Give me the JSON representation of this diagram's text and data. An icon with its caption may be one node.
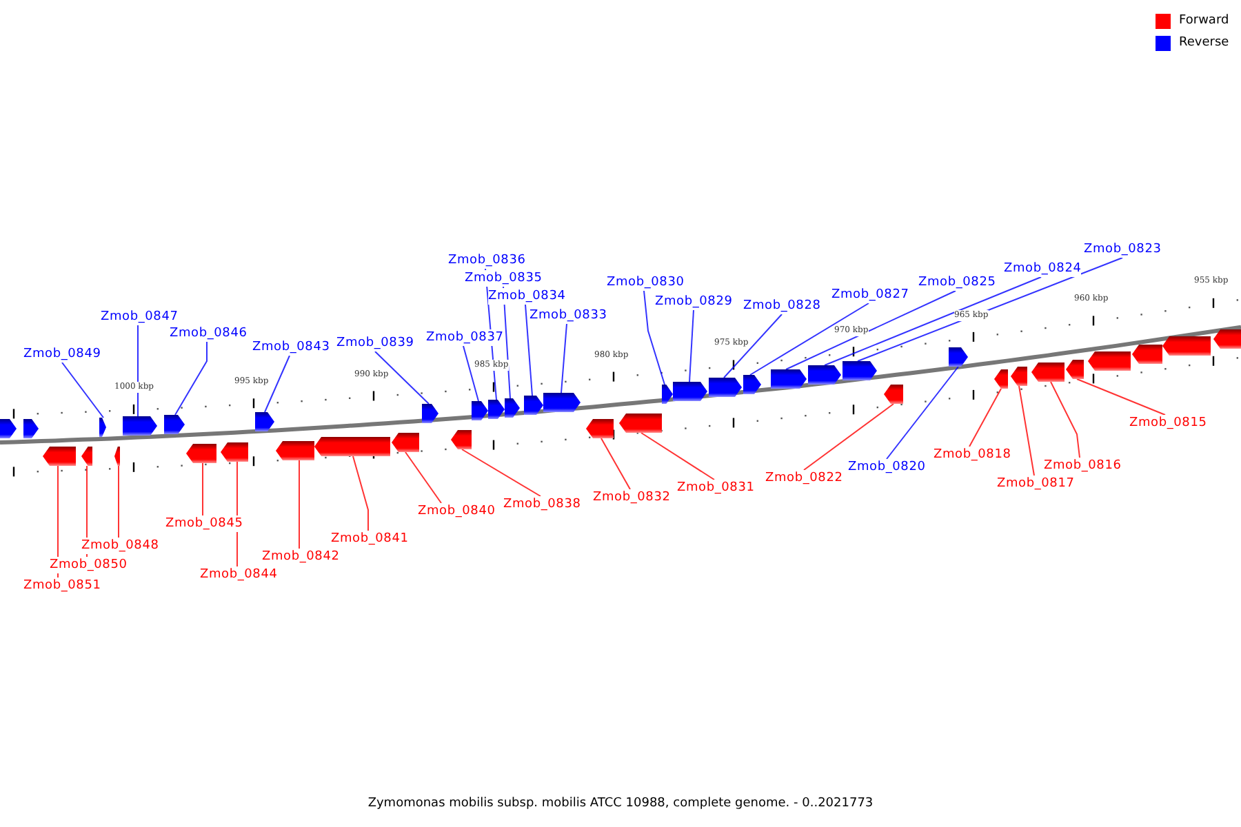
{
  "diagram": {
    "caption": "Zymomonas mobilis subsp. mobilis ATCC 10988, complete genome. - 0..2021773",
    "nodes": [
      {
        "text": [],
        "shape": "arrow"
      },
      {
        "text": [],
        "shape": "arrow"
      },
      {
        "text": [],
        "shape": "arrow"
      },
      {
        "text": [],
        "shape": "arrow"
      },
      {
        "text": [],
        "shape": "arrow"
      },
      {
        "text": [],
        "shape": "arrow"
      },
      {
        "text": [],
        "shape": "arrow"
      },
      {
        "text": [],
        "shape": "arrow"
      },
      {
        "text": [],
        "shape": "arrow"
      },
      {
        "text": [],
        "shape": "arrow"
      },
      {
        "text": [],
        "shape": "arrow"
      },
      {
        "text": [],
        "shape": "arrow"
      },
      {
        "text": [],
        "shape": "arrow"
      },
      {
        "text": [],
        "shape": "arrow"
      },
      {
        "text": [],
        "shape": "arrow"
      },
      {
        "text": [],
        "shape": "arrow"
      },
      {
        "text": [],
        "shape": "arrow"
      },
      {
        "text": [],
        "shape": "arrow"
      },
      {
        "text": [],
        "shape": "arrow"
      },
      {
        "text": [],
        "shape": "arrow"
      },
      {
        "text": [],
        "shape": "arrow"
      },
      {
        "text": [],
        "shape": "arrow"
      },
      {
        "text": [],
        "shape": "arrow"
      },
      {
        "text": [],
        "shape": "arrow"
      },
      {
        "text": [],
        "shape": "arrow"
      },
      {
        "text": [],
        "shape": "arrow"
      },
      {
        "text": [],
        "shape": "arrow"
      },
      {
        "text": [],
        "shape": "arrow"
      },
      {
        "text": [],
        "shape": "arrow"
      },
      {
        "text": [],
        "shape": "arrow"
      },
      {
        "text": [],
        "shape": "arrow"
      },
      {
        "text": [],
        "shape": "arrow"
      },
      {
        "text": [],
        "shape": "arrow"
      },
      {
        "text": [],
        "shape": "arrow"
      },
      {
        "text": [],
        "shape": "arrow"
      },
      {
        "text": [],
        "shape": "arrow"
      },
      {
        "text": [],
        "shape": "arrow"
      },
      {
        "text": [],
        "shape": "arrow"
      },
      {
        "text": [],
        "shape": "arrow"
      },
      {
        "text": [],
        "shape": "arrow"
      },
      {
        "text": [
          "Zmob_0851"
        ]
      },
      {
        "text": [
          "Zmob_0850"
        ]
      },
      {
        "text": [
          "Zmob_0849"
        ]
      },
      {
        "text": [
          "Zmob_0848"
        ]
      },
      {
        "text": [
          "Zmob_0847"
        ]
      },
      {
        "text": [
          "Zmob_0846"
        ]
      },
      {
        "text": [
          "Zmob_0845"
        ]
      },
      {
        "text": [
          "Zmob_0844"
        ]
      },
      {
        "text": [
          "Zmob_0843"
        ]
      },
      {
        "text": [
          "Zmob_0842"
        ]
      },
      {
        "text": [
          "Zmob_0841"
        ]
      },
      {
        "text": [
          "Zmob_0840"
        ]
      },
      {
        "text": [
          "Zmob_0839"
        ]
      },
      {
        "text": [
          "Zmob_0838"
        ]
      },
      {
        "text": [
          "Zmob_0837"
        ]
      },
      {
        "text": [
          "Zmob_0836"
        ]
      },
      {
        "text": [
          "Zmob_0835"
        ]
      },
      {
        "text": [
          "Zmob_0834"
        ]
      },
      {
        "text": [
          "Zmob_0833"
        ]
      },
      {
        "text": [
          "Zmob_0832"
        ]
      },
      {
        "text": [
          "Zmob_0831"
        ]
      },
      {
        "text": [
          "Zmob_0830"
        ]
      },
      {
        "text": [
          "Zmob_0829"
        ]
      },
      {
        "text": [
          "Zmob_0828"
        ]
      },
      {
        "text": [
          "Zmob_0827"
        ]
      },
      {
        "text": [
          "Zmob_0825"
        ]
      },
      {
        "text": [
          "Zmob_0824"
        ]
      },
      {
        "text": [
          "Zmob_0823"
        ]
      },
      {
        "text": [
          "Zmob_0822"
        ]
      },
      {
        "text": [
          "Zmob_0820"
        ]
      },
      {
        "text": [
          "Zmob_0818"
        ]
      },
      {
        "text": [
          "Zmob_0817"
        ]
      },
      {
        "text": [
          "Zmob_0816"
        ]
      },
      {
        "text": [
          "Zmob_0815"
        ]
      }
    ],
    "edges": [
      {
        "from": 40,
        "to": 2,
        "arrow": "none",
        "color": "#ff0000"
      },
      {
        "from": 41,
        "to": 3,
        "arrow": "none",
        "color": "#ff0000"
      },
      {
        "from": 42,
        "to": 4,
        "arrow": "none"
      },
      {
        "from": 43,
        "to": 5,
        "arrow": "none",
        "color": "#ff0000"
      },
      {
        "from": 44,
        "to": 6,
        "arrow": "none"
      },
      {
        "from": 45,
        "to": 7,
        "arrow": "none"
      },
      {
        "from": 46,
        "to": 8,
        "arrow": "none",
        "color": "#ff0000"
      },
      {
        "from": 47,
        "to": 9,
        "arrow": "none",
        "color": "#ff0000"
      },
      {
        "from": 48,
        "to": 10,
        "arrow": "none"
      },
      {
        "from": 49,
        "to": 11,
        "arrow": "none",
        "color": "#ff0000"
      },
      {
        "from": 50,
        "to": 12,
        "arrow": "none",
        "color": "#ff0000"
      },
      {
        "from": 51,
        "to": 13,
        "arrow": "none",
        "color": "#ff0000"
      },
      {
        "from": 52,
        "to": 14,
        "arrow": "none"
      },
      {
        "from": 53,
        "to": 15,
        "arrow": "none",
        "color": "#ff0000"
      },
      {
        "from": 54,
        "to": 16,
        "arrow": "none"
      },
      {
        "from": 55,
        "to": 17,
        "arrow": "none"
      },
      {
        "from": 56,
        "to": 18,
        "arrow": "none"
      },
      {
        "from": 57,
        "to": 19,
        "arrow": "none"
      },
      {
        "from": 58,
        "to": 20,
        "arrow": "none"
      },
      {
        "from": 59,
        "to": 21,
        "arrow": "none",
        "color": "#ff0000"
      },
      {
        "from": 60,
        "to": 22,
        "arrow": "none",
        "color": "#ff0000"
      },
      {
        "from": 61,
        "to": 23,
        "arrow": "none"
      },
      {
        "from": 62,
        "to": 24,
        "arrow": "none"
      },
      {
        "from": 63,
        "to": 25,
        "arrow": "none"
      },
      {
        "from": 64,
        "to": 26,
        "arrow": "none"
      },
      {
        "from": 65,
        "to": 27,
        "arrow": "none"
      },
      {
        "from": 66,
        "to": 28,
        "arrow": "none"
      },
      {
        "from": 67,
        "to": 29,
        "arrow": "none"
      },
      {
        "from": 68,
        "to": 30,
        "arrow": "none",
        "color": "#ff0000"
      },
      {
        "from": 69,
        "to": 31,
        "arrow": "none"
      },
      {
        "from": 70,
        "to": 32,
        "arrow": "none",
        "color": "#ff0000"
      },
      {
        "from": 71,
        "to": 33,
        "arrow": "none",
        "color": "#ff0000"
      },
      {
        "from": 72,
        "to": 34,
        "arrow": "none",
        "color": "#ff0000"
      },
      {
        "from": 73,
        "to": 35,
        "arrow": "none",
        "color": "#ff0000"
      }
    ],
    "labels": [
      "1000 kbp",
      "995 kbp",
      "990 kbp",
      "985 kbp",
      "980 kbp",
      "975 kbp",
      "970 kbp",
      "965 kbp",
      "960 kbp",
      "955 kbp"
    ],
    "legend": [
      {
        "text": "Forward",
        "color": "#ff0000"
      },
      {
        "text": "Reverse",
        "color": "#0000ff"
      }
    ]
  }
}
